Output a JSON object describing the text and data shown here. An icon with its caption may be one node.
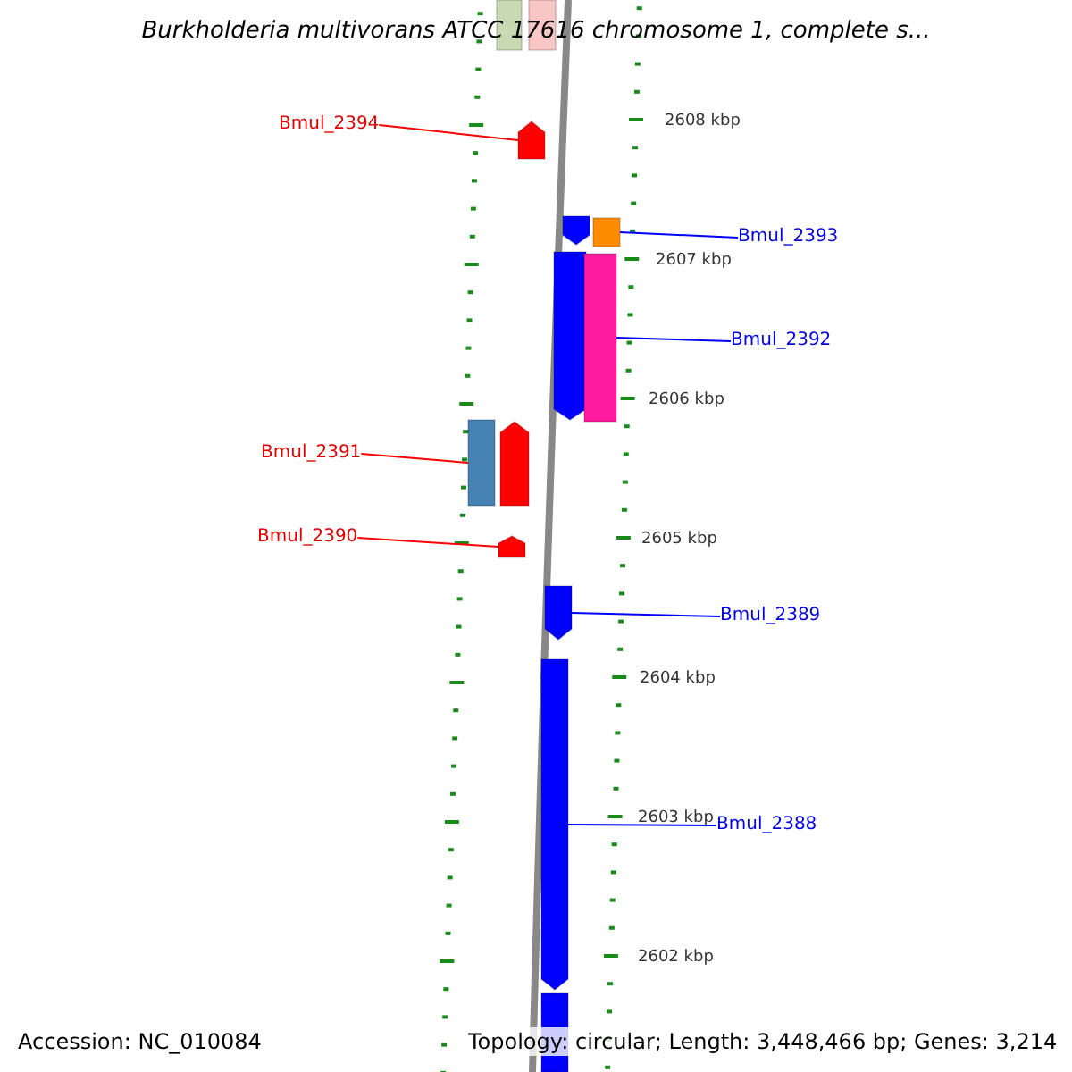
{
  "diagram": {
    "title": "Burkholderia multivorans ATCC 17616 chromosome 1, complete s...",
    "nodes": [
      {
        "text": [
          "Bmul_2394"
        ]
      },
      {
        "text": [],
        "shape": "bar"
      },
      {
        "text": [
          "Bmul_2393"
        ]
      },
      {
        "text": [],
        "shape": "bar"
      },
      {
        "text": [
          "Bmul_2392"
        ]
      },
      {
        "text": [],
        "shape": "bar"
      },
      {
        "text": [
          "Bmul_2391"
        ]
      },
      {
        "text": [],
        "shape": "bar"
      },
      {
        "text": [
          "Bmul_2390"
        ]
      },
      {
        "text": [],
        "shape": "bar"
      },
      {
        "text": [
          "Bmul_2389"
        ]
      },
      {
        "text": [],
        "shape": "bar"
      },
      {
        "text": [
          "Bmul_2388"
        ]
      },
      {
        "text": [],
        "shape": "bar"
      }
    ],
    "edges": [
      {
        "from": 0,
        "to": 1,
        "arrow": "none",
        "color": "#ff0000"
      },
      {
        "from": 2,
        "to": 3,
        "arrow": "none",
        "color": "#0000ff"
      },
      {
        "from": 4,
        "to": 5,
        "arrow": "none",
        "color": "#0000ff"
      },
      {
        "from": 6,
        "to": 7,
        "arrow": "none",
        "color": "#ff0000"
      },
      {
        "from": 8,
        "to": 9,
        "arrow": "none",
        "color": "#ff0000"
      },
      {
        "from": 10,
        "to": 11,
        "arrow": "none",
        "color": "#0000ff"
      },
      {
        "from": 12,
        "to": 13,
        "arrow": "none",
        "color": "#0000ff"
      }
    ],
    "labels": [
      "2608 kbp",
      "2607 kbp",
      "2606 kbp",
      "2605 kbp",
      "2604 kbp",
      "2603 kbp",
      "2602 kbp",
      "Accession: NC_010084",
      "Topology: circular; Length: 3,448,466 bp; Genes: 3,214"
    ]
  }
}
